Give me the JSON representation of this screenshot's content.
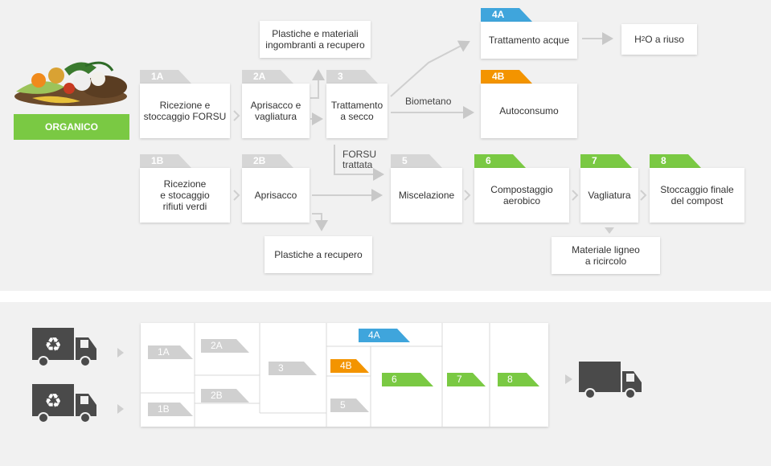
{
  "organico": "ORGANICO",
  "steps": {
    "s1a": {
      "tag": "1A",
      "text": "Ricezione e\nstoccaggio FORSU"
    },
    "s2a": {
      "tag": "2A",
      "text": "Aprisacco e\nvagliatura"
    },
    "s3": {
      "tag": "3",
      "text": "Trattamento\na secco"
    },
    "s4a": {
      "tag": "4A",
      "text": "Trattamento acque"
    },
    "s4b": {
      "tag": "4B",
      "text": "Autoconsumo"
    },
    "s1b": {
      "tag": "1B",
      "text": "Ricezione\ne stocaggio\nrifiuti verdi"
    },
    "s2b": {
      "tag": "2B",
      "text": "Aprisacco"
    },
    "s5": {
      "tag": "5",
      "text": "Miscelazione"
    },
    "s6": {
      "tag": "6",
      "text": "Compostaggio\naerobico"
    },
    "s7": {
      "tag": "7",
      "text": "Vagliatura"
    },
    "s8": {
      "tag": "8",
      "text": "Stoccaggio finale\ndel compost"
    }
  },
  "outputs": {
    "plastiche_ingombranti": "Plastiche e materiali\ningombranti a recupero",
    "h2o_prefix": "H",
    "h2o_sub": "2",
    "h2o_suffix": "O a riuso",
    "plastiche_recupero": "Plastiche a recupero",
    "materiale_ligneo": "Materiale ligneo\na ricircolo"
  },
  "labels": {
    "biometano": "Biometano",
    "forsu_trattata": "FORSU\ntrattata"
  },
  "bottom": {
    "t1a": "1A",
    "t1b": "1B",
    "t2a": "2A",
    "t2b": "2B",
    "t3": "3",
    "t4a": "4A",
    "t4b": "4B",
    "t5": "5",
    "t6": "6",
    "t7": "7",
    "t8": "8"
  },
  "colors": {
    "blue": "#3fa5dc",
    "orange": "#f39400",
    "green": "#7ac943",
    "gray": "#d6d6d6",
    "truck": "#4a4a4a"
  }
}
